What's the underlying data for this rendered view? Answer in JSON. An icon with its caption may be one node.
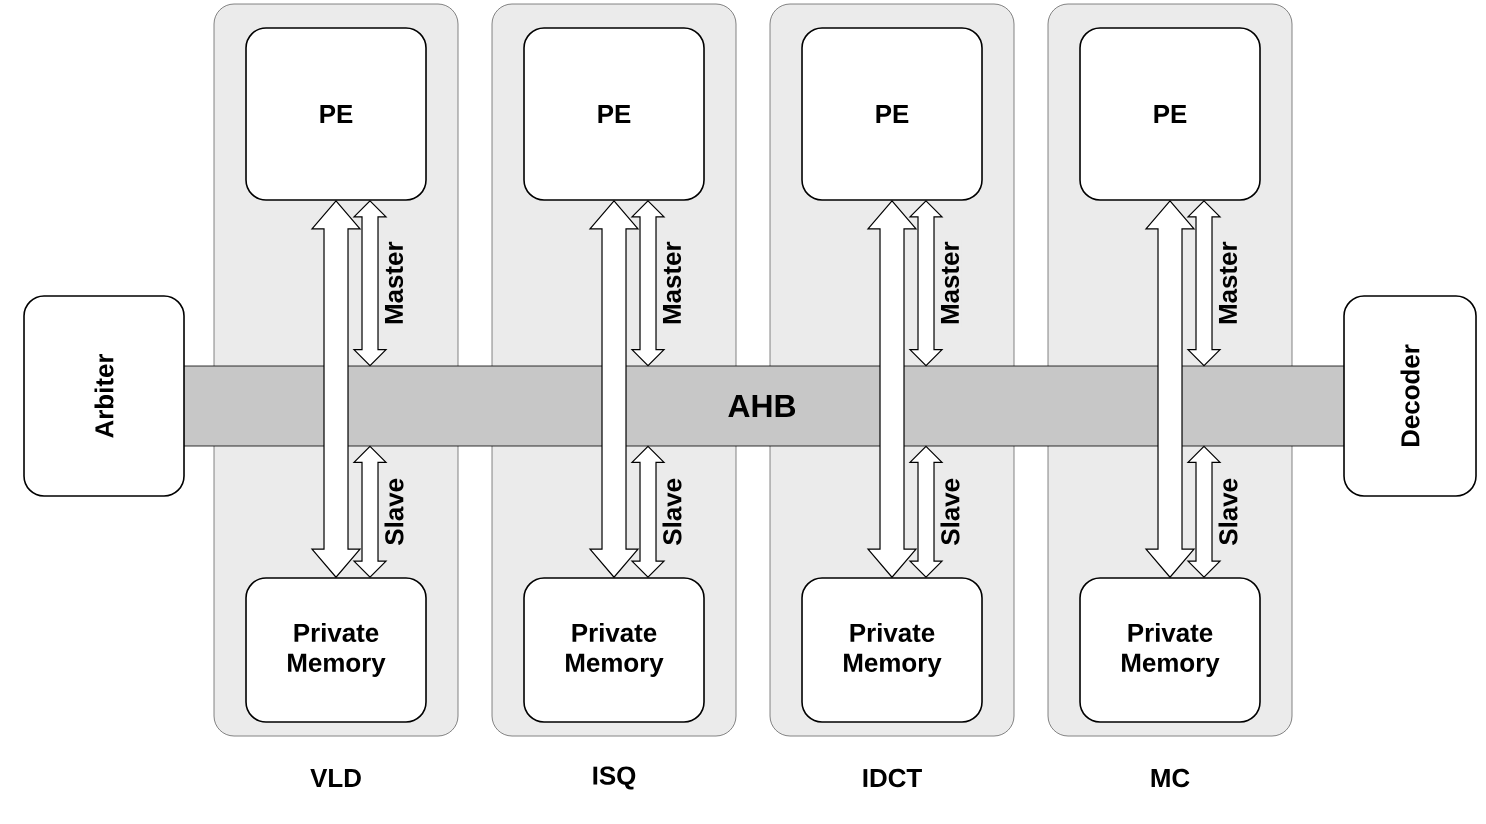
{
  "diagram": {
    "nodes": [
      {
        "text": [
          "Arbiter"
        ]
      },
      {
        "text": [
          "AHB"
        ]
      },
      {
        "text": [
          "Decoder"
        ]
      },
      {
        "text": [
          "VLD"
        ]
      },
      {
        "text": [
          "PE"
        ],
        "in": 3
      },
      {
        "text": [
          "Private Memory"
        ],
        "in": 3
      },
      {
        "text": [
          "ISQ"
        ]
      },
      {
        "text": [
          "PE"
        ],
        "in": 6
      },
      {
        "text": [
          "Private Memory"
        ],
        "in": 6
      },
      {
        "text": [
          "IDCT"
        ]
      },
      {
        "text": [
          "PE"
        ],
        "in": 9
      },
      {
        "text": [
          "Private Memory"
        ],
        "in": 9
      },
      {
        "text": [
          "MC"
        ]
      },
      {
        "text": [
          "PE"
        ],
        "in": 12
      },
      {
        "text": [
          "Private Memory"
        ],
        "in": 12
      }
    ],
    "edges": [
      {
        "from": 4,
        "to": 5,
        "arrow": "both"
      },
      {
        "from": 4,
        "to": 1,
        "arrow": "both",
        "label": "Master"
      },
      {
        "from": 1,
        "to": 5,
        "arrow": "both",
        "label": "Slave"
      },
      {
        "from": 7,
        "to": 8,
        "arrow": "both"
      },
      {
        "from": 7,
        "to": 1,
        "arrow": "both",
        "label": "Master"
      },
      {
        "from": 1,
        "to": 8,
        "arrow": "both",
        "label": "Slave"
      },
      {
        "from": 10,
        "to": 11,
        "arrow": "both"
      },
      {
        "from": 10,
        "to": 1,
        "arrow": "both",
        "label": "Master"
      },
      {
        "from": 1,
        "to": 11,
        "arrow": "both",
        "label": "Slave"
      },
      {
        "from": 13,
        "to": 14,
        "arrow": "both"
      },
      {
        "from": 13,
        "to": 1,
        "arrow": "both",
        "label": "Master"
      },
      {
        "from": 1,
        "to": 14,
        "arrow": "both",
        "label": "Slave"
      }
    ]
  }
}
